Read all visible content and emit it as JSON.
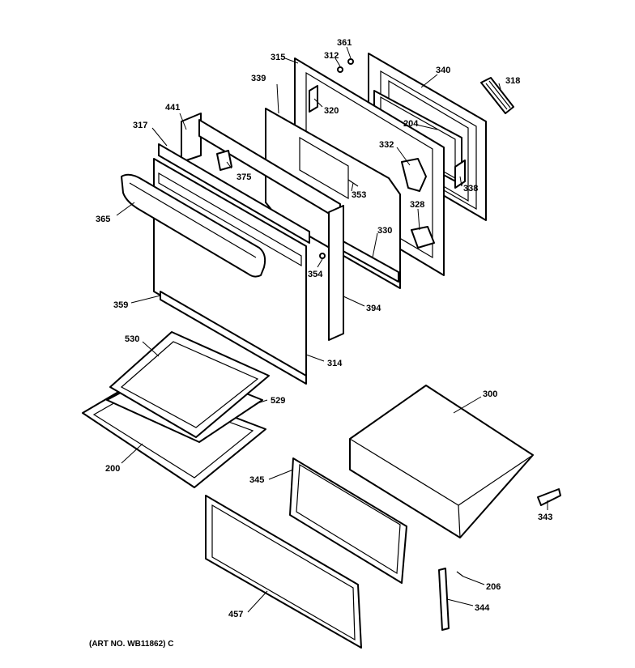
{
  "labels": {
    "l361": "361",
    "l312": "312",
    "l315": "315",
    "l340": "340",
    "l318": "318",
    "l339": "339",
    "l320": "320",
    "l441": "441",
    "l204": "204",
    "l317": "317",
    "l332": "332",
    "l375": "375",
    "l338": "338",
    "l353": "353",
    "l328": "328",
    "l365": "365",
    "l330": "330",
    "l354": "354",
    "l359": "359",
    "l394": "394",
    "l530": "530",
    "l314": "314",
    "l300": "300",
    "l529": "529",
    "l200": "200",
    "l345": "345",
    "l343": "343",
    "l206": "206",
    "l344": "344",
    "l457": "457"
  },
  "art_number": "(ART NO. WB11862) C"
}
